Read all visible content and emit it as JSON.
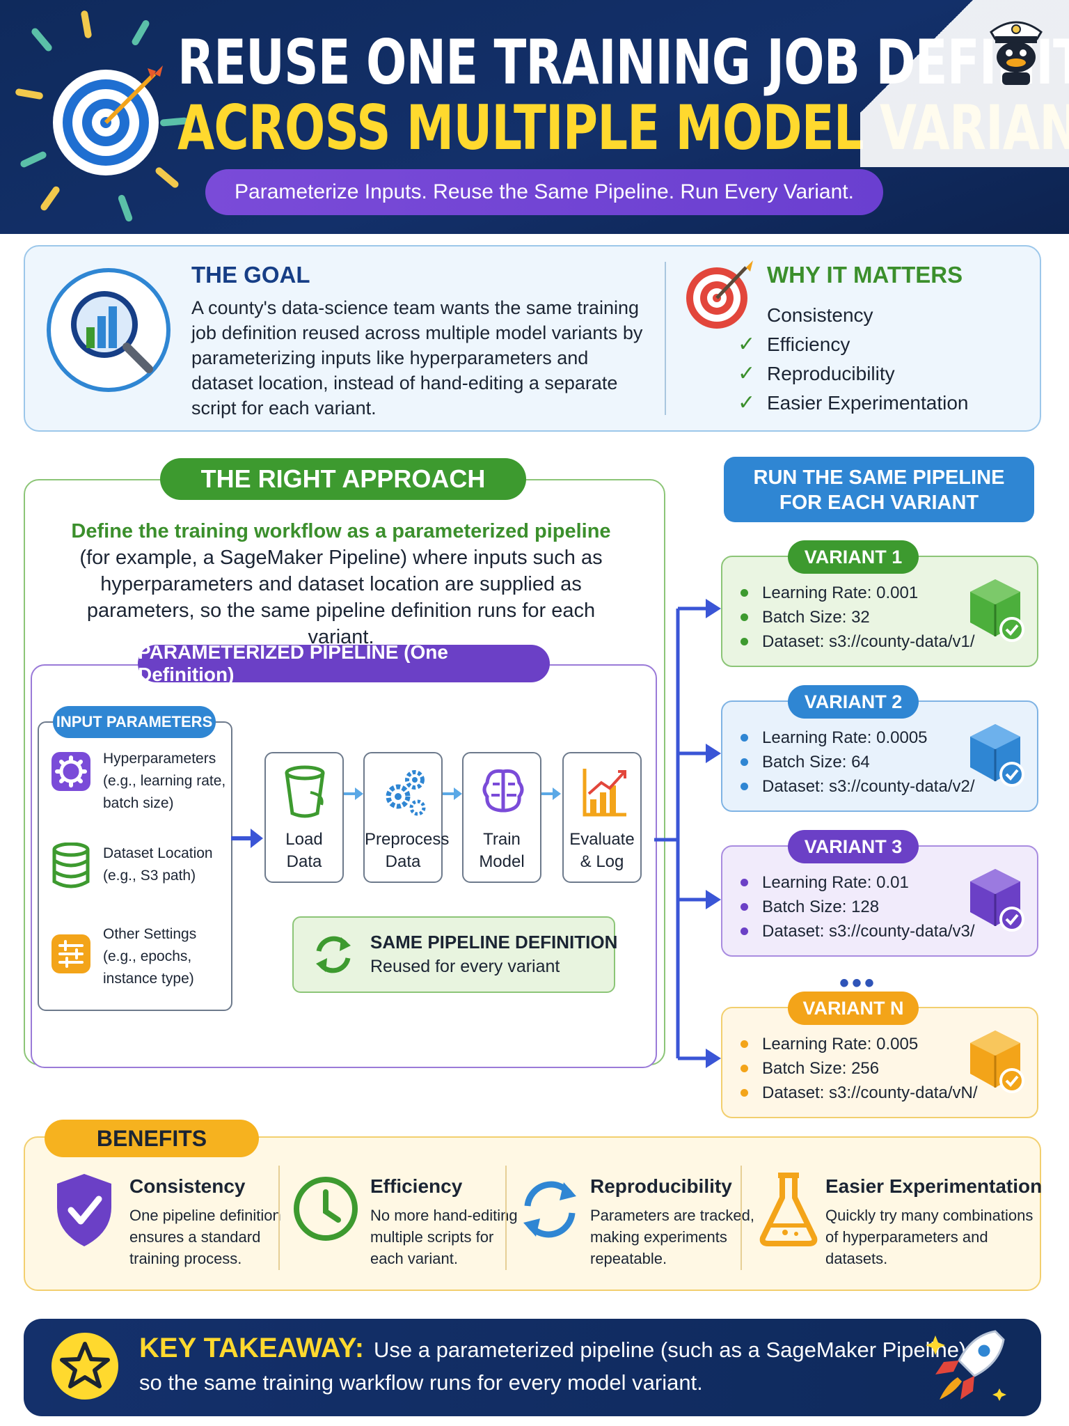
{
  "header": {
    "title_line1": "REUSE ONE TRAINING JOB DEFINITION",
    "title_line2": "ACROSS MULTIPLE MODEL VARIANTS",
    "subtitle": "Parameterize Inputs. Reuse the Same Pipeline. Run Every Variant."
  },
  "goal": {
    "title": "THE GOAL",
    "text": "A county's data-science team wants the same training job definition reused across multiple model variants by parameterizing inputs like hyperparameters and dataset location, instead of hand-editing a separate script for each variant."
  },
  "why": {
    "title": "WHY IT MATTERS",
    "items": [
      "Consistency",
      "Efficiency",
      "Reproducibility",
      "Easier Experimentation"
    ]
  },
  "approach": {
    "title": "THE RIGHT APPROACH",
    "lead_highlight": "Define the training workflow as a parameterized pipeline",
    "lead_rest": "(for example, a SageMaker Pipeline) where inputs such as hyperparameters and dataset location are supplied as parameters, so the same pipeline definition runs for each variant."
  },
  "pipeline": {
    "title": "PARAMETERIZED PIPELINE (One Definition)",
    "inputs_title": "INPUT PARAMETERS",
    "params": [
      {
        "line1": "Hyperparameters",
        "line2": "(e.g., learning rate,",
        "line3": "batch size)"
      },
      {
        "line1": "Dataset Location",
        "line2": "(e.g., S3 path)",
        "line3": ""
      },
      {
        "line1": "Other Settings",
        "line2": "(e.g., epochs,",
        "line3": "instance type)"
      }
    ],
    "steps": [
      {
        "line1": "Load",
        "line2": "Data"
      },
      {
        "line1": "Preprocess",
        "line2": "Data"
      },
      {
        "line1": "Train",
        "line2": "Model"
      },
      {
        "line1": "Evaluate",
        "line2": "& Log"
      }
    ],
    "same_def_title": "SAME PIPELINE DEFINITION",
    "same_def_sub": "Reused for every variant"
  },
  "run": {
    "title_line1": "RUN THE SAME PIPELINE",
    "title_line2": "FOR EACH VARIANT",
    "ellipsis": "•••"
  },
  "variants": [
    {
      "name": "VARIANT 1",
      "lr": "Learning Rate: 0.001",
      "bs": "Batch Size: 32",
      "ds": "Dataset: s3://county-data/v1/",
      "color": "#3d9a2f",
      "bg": "#eaf5e2",
      "border": "#8cc577"
    },
    {
      "name": "VARIANT 2",
      "lr": "Learning Rate: 0.0005",
      "bs": "Batch Size: 64",
      "ds": "Dataset: s3://county-data/v2/",
      "color": "#2f86d3",
      "bg": "#e8f2fc",
      "border": "#7fb3e4"
    },
    {
      "name": "VARIANT 3",
      "lr": "Learning Rate: 0.01",
      "bs": "Batch Size: 128",
      "ds": "Dataset: s3://county-data/v3/",
      "color": "#6b40c6",
      "bg": "#f1ebfb",
      "border": "#a98ce0"
    },
    {
      "name": "VARIANT N",
      "lr": "Learning Rate: 0.005",
      "bs": "Batch Size: 256",
      "ds": "Dataset: s3://county-data/vN/",
      "color": "#f3a419",
      "bg": "#fff7e6",
      "border": "#f2cf6e"
    }
  ],
  "benefits": {
    "title": "BENEFITS",
    "items": [
      {
        "title": "Consistency",
        "l1": "One pipeline definition",
        "l2": "ensures a standard",
        "l3": "training process."
      },
      {
        "title": "Efficiency",
        "l1": "No more hand-editing",
        "l2": "multiple scripts for",
        "l3": "each variant."
      },
      {
        "title": "Reproducibility",
        "l1": "Parameters are tracked,",
        "l2": "making experiments",
        "l3": "repeatable."
      },
      {
        "title": "Easier Experimentation",
        "l1": "Quickly try many combinations",
        "l2": "of hyperparameters and",
        "l3": "datasets."
      }
    ]
  },
  "takeaway": {
    "label": "KEY TAKEAWAY:",
    "line1": "Use a parameterized pipeline (such as a SageMaker Pipeline)",
    "line2": "so the same training warkflow runs for every model variant."
  }
}
